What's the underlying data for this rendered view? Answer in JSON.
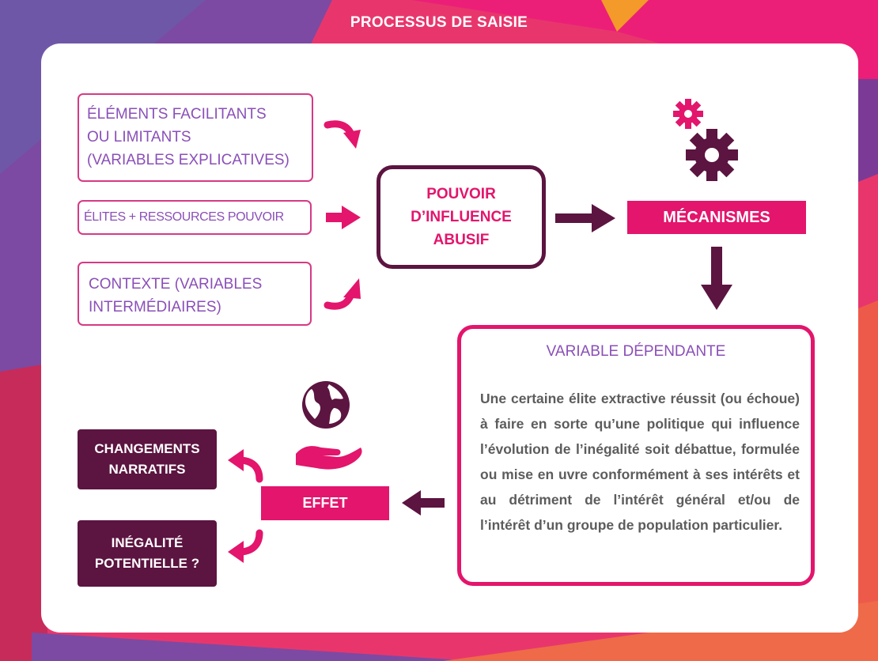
{
  "title": "PROCESSUS DE SAISIE",
  "inputs": {
    "facilitants": [
      "ÉLÉMENTS FACILITANTS",
      "OU LIMITANTS",
      "(VARIABLES EXPLICATIVES)"
    ],
    "elites": "ÉLITES + RESSOURCES POUVOIR",
    "contexte": [
      "CONTEXTE (VARIABLES",
      "INTERMÉDIAIRES)"
    ]
  },
  "pouvoir": [
    "POUVOIR",
    "D’INFLUENCE",
    "ABUSIF"
  ],
  "mecanismes": "MÉCANISMES",
  "variable_dependante": {
    "title": "VARIABLE DÉPENDANTE",
    "text": "Une certaine élite extractive réussit (ou échoue) à faire en sorte qu’une politique qui influence l’évolution de l’inégalité soit débattue, formulée ou mise en uvre conformément à ses intérêts et au détriment de l’intérêt général et/ou de l’intérêt d’un groupe de population particulier."
  },
  "effet": "EFFET",
  "outcomes": {
    "changements": [
      "CHANGEMENTS",
      "NARRATIFS"
    ],
    "inegalite": [
      "INÉGALITÉ",
      "POTENTIELLE ?"
    ]
  },
  "colors": {
    "pink": "#e3156c",
    "dark_plum": "#5c1440",
    "purple_text": "#8a4fb8",
    "gray_text": "#5c5c5c"
  },
  "icons": [
    "gears-icon",
    "globe-in-hand-icon"
  ]
}
